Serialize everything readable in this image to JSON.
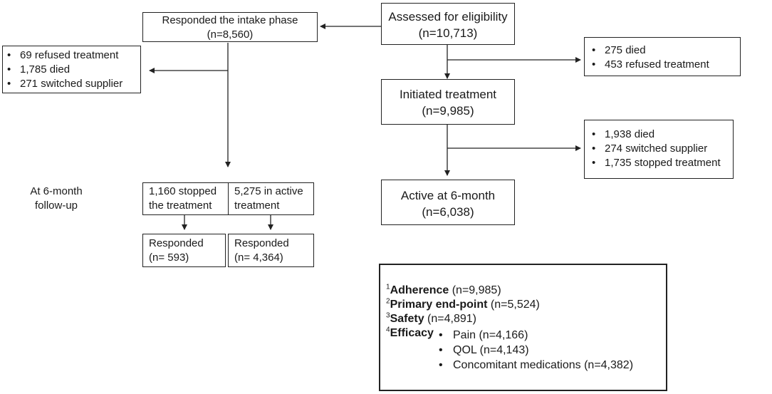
{
  "boxes": {
    "assessed": {
      "line1": "Assessed for eligibility",
      "line2": "(n=10,713)"
    },
    "intake": {
      "line1": "Responded the intake phase",
      "line2": "(n=8,560)"
    },
    "initiated": {
      "line1": "Initiated treatment",
      "line2": "(n=9,985)"
    },
    "active": {
      "line1": "Active at 6-month",
      "line2": "(n=6,038)"
    },
    "stopped": {
      "line1": "1,160 stopped",
      "line2": "the treatment"
    },
    "in_active": {
      "line1": "5,275 in active",
      "line2": "treatment"
    },
    "responded_stopped": {
      "line1": "Responded",
      "line2": "(n= 593)"
    },
    "responded_active": {
      "line1": "Responded",
      "line2": "(n= 4,364)"
    }
  },
  "exclusions": {
    "left": [
      "69 refused treatment",
      "1,785 died",
      "271 switched supplier"
    ],
    "right_top": [
      "275 died",
      "453 refused treatment"
    ],
    "right_mid": [
      "1,938 died",
      "274 switched supplier",
      "1,735 stopped treatment"
    ]
  },
  "followup_label": {
    "line1": "At 6-month",
    "line2": "follow-up"
  },
  "summary": {
    "adherence": {
      "sup": "1",
      "label": "Adherence",
      "value": " (n=9,985)"
    },
    "primary": {
      "sup": "2",
      "label": "Primary end-point",
      "value": " (n=5,524)"
    },
    "safety": {
      "sup": "3",
      "label": "Safety",
      "value": " (n=4,891)"
    },
    "efficacy": {
      "sup": "4",
      "label": "Efficacy",
      "items": [
        "Pain (n=4,166)",
        "QOL (n=4,143)",
        "Concomitant medications (n=4,382)"
      ]
    }
  }
}
